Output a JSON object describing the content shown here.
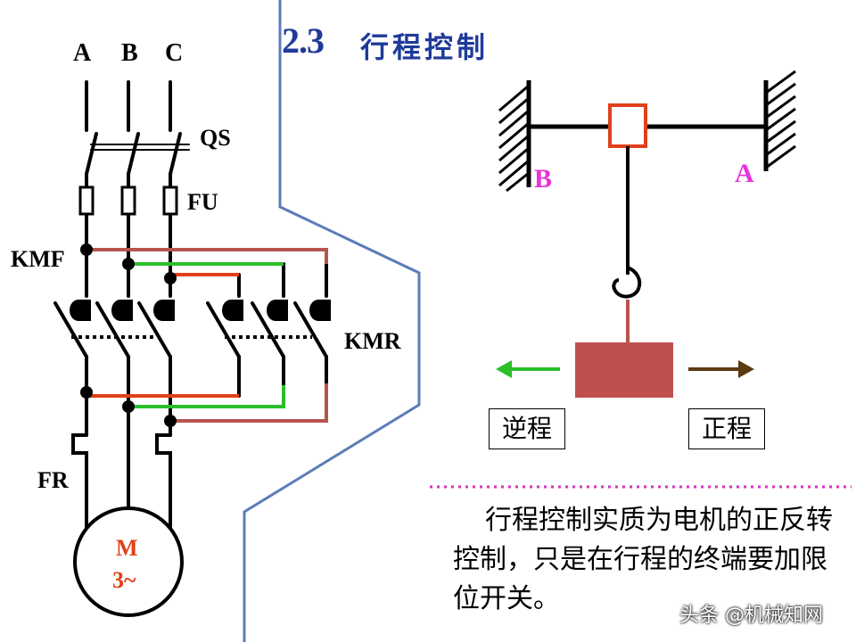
{
  "title": {
    "number": "2.3",
    "text": "行程控制"
  },
  "circuit": {
    "phases": [
      "A",
      "B",
      "C"
    ],
    "qs": "QS",
    "fu": "FU",
    "kmf": "KMF",
    "kmr": "KMR",
    "fr": "FR",
    "motor": {
      "line1": "M",
      "line2": "3~"
    }
  },
  "mechanism": {
    "end_b": "B",
    "end_a": "A",
    "reverse": "逆程",
    "forward": "正程"
  },
  "description": "行程控制实质为电机的正反转控制，只是在行程的终端要加限位开关。",
  "watermark": "头条 @机械知网",
  "colors": {
    "blue_frame": "#5b7db8",
    "red_wire": "#e0401a",
    "green_wire": "#2bbf2b",
    "brown_wire": "#b85450",
    "magenta": "#e832d8",
    "trolley": "#c0504d",
    "dotted": "#d633c6"
  }
}
